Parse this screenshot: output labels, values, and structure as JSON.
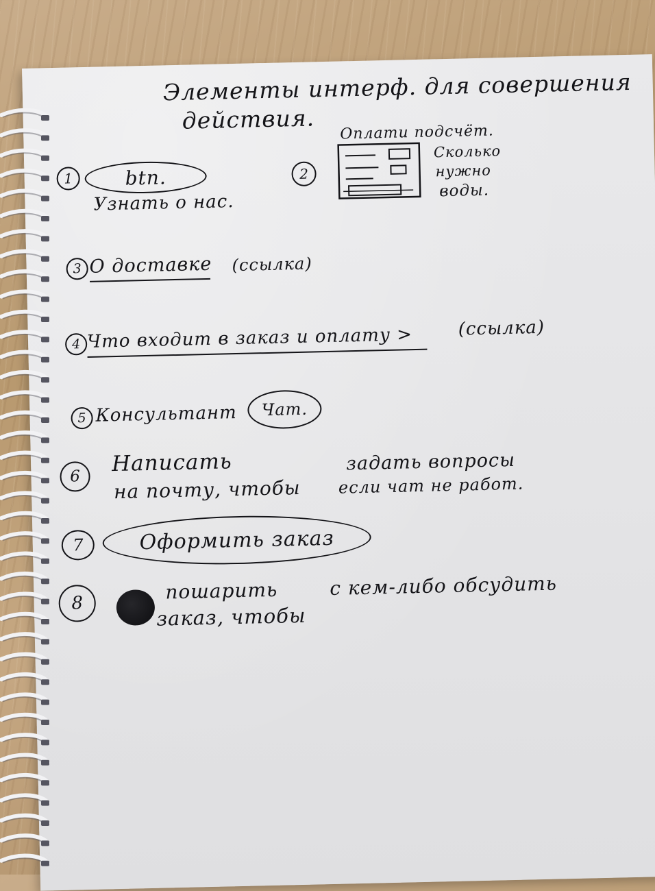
{
  "title": {
    "line1": "Элементы интерф. для совершения",
    "line2": "действия."
  },
  "items": [
    {
      "num": "1",
      "button": "btn.",
      "caption": "Узнать о нас."
    },
    {
      "num": "2",
      "caption_lines": [
        "Оплати подсчёт.",
        "Сколько",
        "нужно",
        "воды."
      ]
    },
    {
      "num": "3",
      "text": "О доставке",
      "note": "(ссылка)"
    },
    {
      "num": "4",
      "text": "Что входит в заказ и оплату >",
      "note": "(ссылка)"
    },
    {
      "num": "5",
      "text": "Консультант",
      "button": "Чат."
    },
    {
      "num": "6",
      "line1a": "Написать",
      "line1b": "задать вопросы",
      "line2a": "на почту, чтобы",
      "line2b": "если чат не работ."
    },
    {
      "num": "7",
      "button": "Оформить заказ"
    },
    {
      "num": "8",
      "line1a": "пошарить",
      "line1b": "с кем-либо обсудить",
      "line2": "заказ, чтобы"
    }
  ],
  "colors": {
    "ink": "#141418",
    "paper": "#e6e6e8",
    "desk": "#c2a47e"
  }
}
